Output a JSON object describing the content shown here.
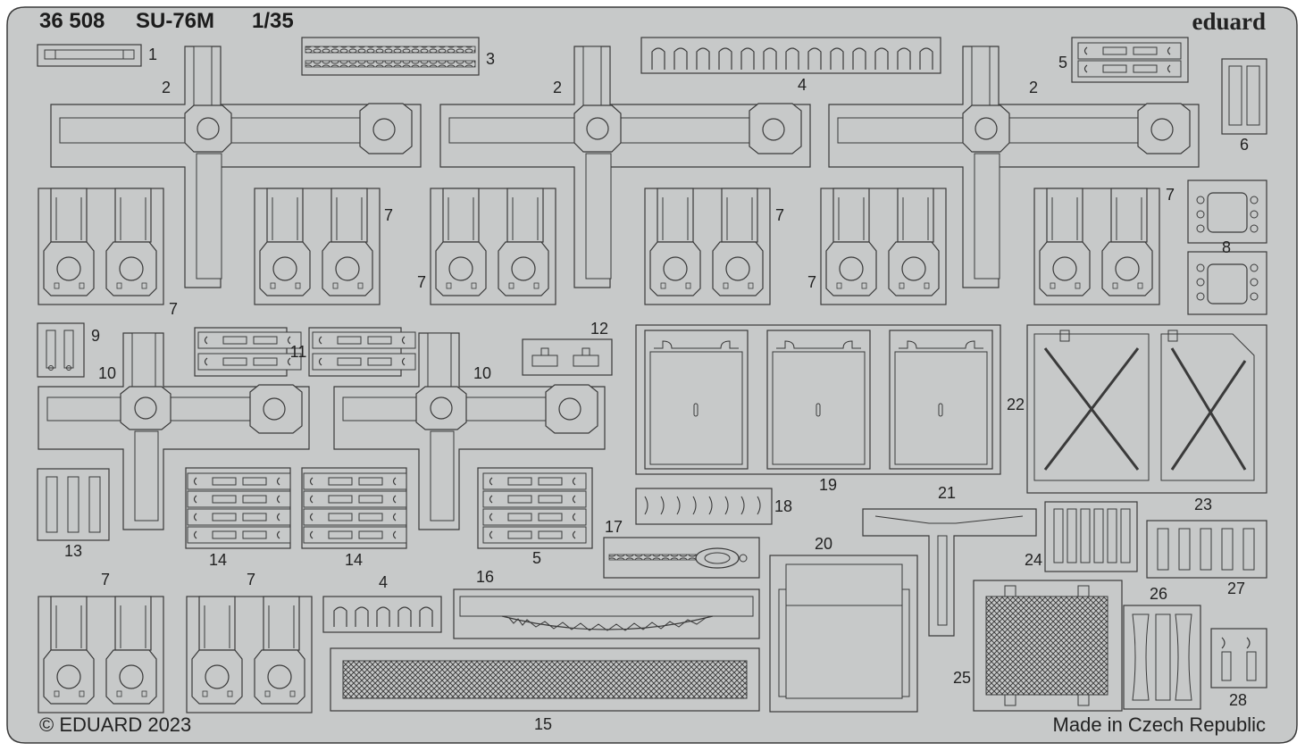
{
  "header": {
    "code": "36 508",
    "model": "SU-76M",
    "scale": "1/35"
  },
  "brand": "eduard",
  "footer": {
    "copyright": "© EDUARD 2023",
    "origin": "Made in Czech Republic"
  },
  "part_numbers": [
    "1",
    "2",
    "3",
    "4",
    "5",
    "6",
    "7",
    "8",
    "9",
    "10",
    "11",
    "12",
    "13",
    "14",
    "15",
    "16",
    "17",
    "18",
    "19",
    "20",
    "21",
    "22",
    "23",
    "24",
    "25",
    "26",
    "27",
    "28"
  ],
  "colors": {
    "metal": "#c7c9c9",
    "stroke": "#3a3a3a",
    "background": "#ffffff"
  }
}
